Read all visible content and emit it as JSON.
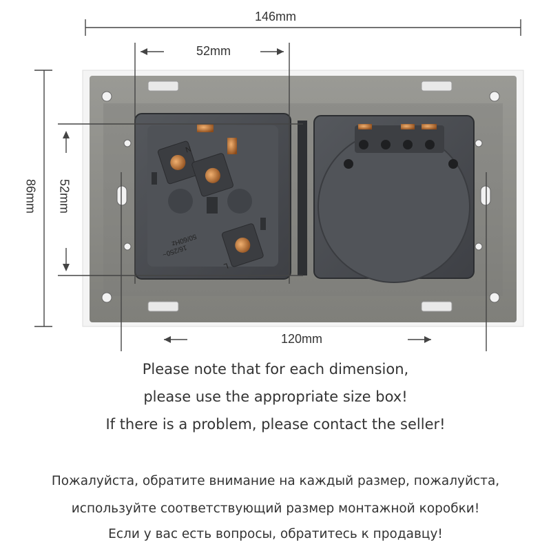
{
  "dimensions": {
    "overall_width": "146mm",
    "module_width": "52mm",
    "inner_width": "120mm",
    "overall_height": "86mm",
    "module_height": "52mm"
  },
  "notes_en": [
    "Please note that for each dimension,",
    "please use the appropriate size box!",
    "If there is a problem, please contact the seller!"
  ],
  "notes_ru": [
    "Пожалуйста, обратите внимание на каждый размер, пожалуйста,",
    "используйте соответствующий размер монтажной коробки!",
    "Если у вас есть вопросы, обратитесь к продавцу!"
  ],
  "socket_markings": {
    "neutral": "N",
    "line": "L",
    "rating_line1": "16/250~",
    "rating_line2": "50/60Hz"
  },
  "colors": {
    "plate_frame": "#8a8a86",
    "module_body": "#4a4d52",
    "dimension_line": "#444444",
    "text": "#333333"
  }
}
